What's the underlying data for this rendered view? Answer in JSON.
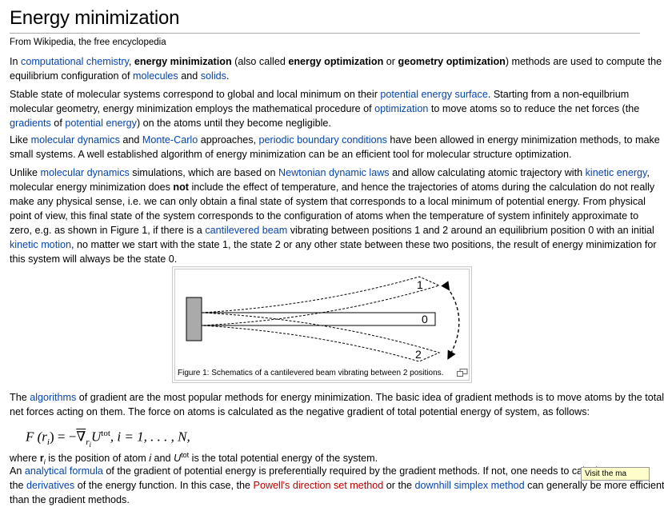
{
  "title": "Energy minimization",
  "site_sub": "From Wikipedia, the free encyclopedia",
  "p1": {
    "t1": "In ",
    "l1": "computational chemistry",
    "t2": ", ",
    "b1": "energy minimization",
    "t3": " (also called ",
    "b2": "energy optimization",
    "t4": " or ",
    "b3": "geometry optimization",
    "t5": ") methods are used to compute the",
    "t6": "equilibrium configuration of ",
    "l2": "molecules",
    "t7": " and ",
    "l3": "solids",
    "t8": "."
  },
  "p2": {
    "t1": "Stable state of molecular systems correspond to global and local minimum on their ",
    "l1": "potential energy surface",
    "t2": ". Starting from a non-equilbrium",
    "t3": "molecular geometry, energy minimization employs the mathematical procedure of ",
    "l2": "optimization",
    "t4": " to move atoms so to reduce the net forces (the",
    "l3": "gradients",
    "t5": " of ",
    "l4": "potential energy",
    "t6": ") on the atoms until they become negligible."
  },
  "p3": {
    "t1": "Like ",
    "l1": "molecular dynamics",
    "t2": " and ",
    "l2": "Monte-Carlo",
    "t3": " approaches, ",
    "l3": "periodic boundary conditions",
    "t4": " have been allowed in energy minimization methods, to make",
    "t5": "small systems. A well established algorithm of energy minimization can be an efficient tool for molecular structure optimization."
  },
  "p4": {
    "t1": "Unlike ",
    "l1": "molecular dynamics",
    "t2": " simulations, which are based on ",
    "l2": "Newtonian dynamic laws",
    "t3": " and allow calculating atomic trajectory with ",
    "l3": "kinetic energy",
    "t4": ",",
    "t5": "molecular energy minimization does ",
    "b1": "not",
    "t6": " include the effect of temperature, and hence the trajectories of atoms during the calculation do not really",
    "t7": "make any physical sense, i.e. we can only obtain a final state of system that corresponds to a local minimum of potential energy. From physical",
    "t8": "point of view, this final state of the system corresponds to the configuration of atoms when the temperature of system infinitely approximate to",
    "t9": "zero, e.g. as shown in Figure 1, if there is a ",
    "l4": "cantilevered beam",
    "t10": " vibrating between positions 1 and 2 around an equilibrium position 0 with an initial",
    "l5": "kinetic motion",
    "t11": ", no matter we start with the state 1, the state 2 or any other state between these two positions, the result of energy minimization for",
    "t12": "this system will always be the state 0."
  },
  "figure": {
    "label_1": "1",
    "label_0": "0",
    "label_2": "2",
    "caption": "Figure 1: Schematics of a cantilevered beam vibrating between 2 positions."
  },
  "p5": {
    "t1": "The ",
    "l1": "algorithms",
    "t2": " of gradient are the most popular methods for energy minimization. The basic idea of gradient methods is to move atoms by the total",
    "t3": "net forces acting on them. The force on atoms is calculated as the negative gradient of total potential energy of system, as follows:"
  },
  "formula": {
    "lhs": "F (r",
    "sub_i": "i",
    "mid": ") = −",
    "nabla": "∇",
    "sub_ri": "r",
    "sub_ri_i": "i",
    "u": "U",
    "sup_tot": "tot",
    "rest": ",    i = 1, . . . , N,"
  },
  "p6": {
    "t1": "where ",
    "b1": "r",
    "sub": "i",
    "t2": " is the position of atom ",
    "i1": "i",
    "t3": " and ",
    "u": "U",
    "sup": "tot",
    "t4": " is the total potential energy of the system."
  },
  "p7": {
    "t1": "An ",
    "l1": "analytical formula",
    "t2": " of the gradient of potential energy is preferentially required by the gradient methods. If not, one needs to calculate nu",
    "t3": "the ",
    "l2": "derivatives",
    "t4": " of the energy function. In this case, the ",
    "l3": "Powell's direction set method",
    "t5": " or the ",
    "l4": "downhill simplex method",
    "t6": " can generally be more efficient",
    "t7": "than the gradient methods."
  },
  "tooltip": "Visit the ma"
}
